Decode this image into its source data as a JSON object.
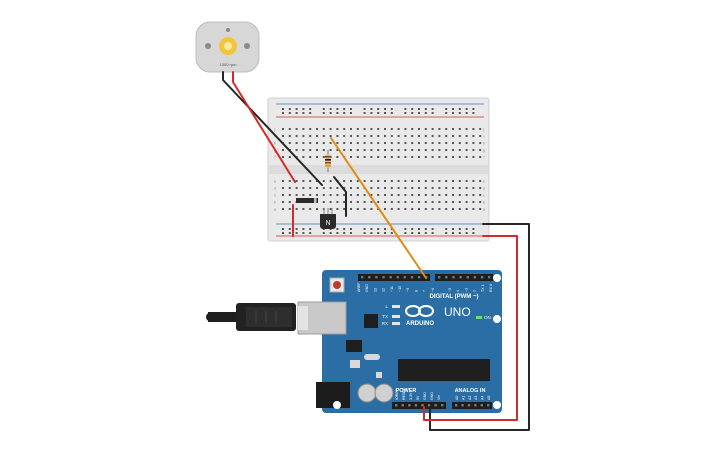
{
  "motor": {
    "label": "1000 rpm"
  },
  "transistor": {
    "label": "N"
  },
  "arduino": {
    "brand": "ARDUINO",
    "model": "UNO",
    "digital_header": "DIGITAL (PWM ~)",
    "power_header": "POWER",
    "analog_header": "ANALOG IN",
    "led_l": "L",
    "led_tx": "TX",
    "led_rx": "RX",
    "led_on": "ON",
    "top_pins": [
      "AREF",
      "GND",
      "13",
      "12",
      "~11",
      "~10",
      "~9",
      "8",
      "7",
      "~6",
      "~5",
      "4",
      "~3",
      "2",
      "TX 1",
      "RX 0"
    ],
    "power_pins": [
      "IOREF",
      "RESET",
      "3.3V",
      "5V",
      "GND",
      "GND",
      "Vin"
    ],
    "analog_pins": [
      "A0",
      "A1",
      "A2",
      "A3",
      "A4",
      "A5"
    ]
  },
  "breadboard": {
    "row_letters_top": [
      "j",
      "i",
      "h",
      "g",
      "f"
    ],
    "row_letters_bottom": [
      "e",
      "d",
      "c",
      "b",
      "a"
    ]
  },
  "colors": {
    "board_blue": "#2a6ea5",
    "breadboard": "#e9e9e9",
    "wire_black": "#262626",
    "wire_red": "#d62a2a",
    "wire_orange": "#e08b12",
    "motor_body": "#d7d7d7",
    "motor_shaft": "#f1c53b"
  }
}
